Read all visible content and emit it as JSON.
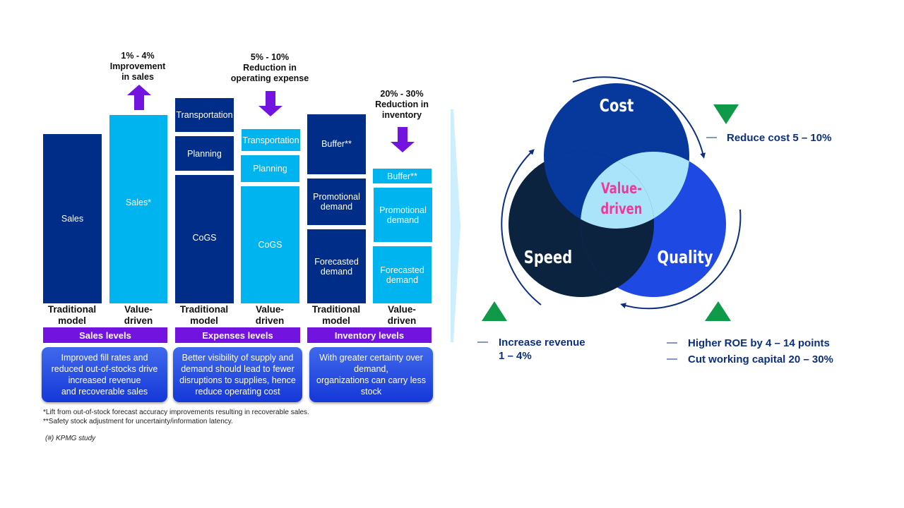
{
  "left_panel": {
    "callouts": [
      {
        "range": "1%  - 4%",
        "text": "Improvement in sales",
        "direction": "up"
      },
      {
        "range": "5%  - 10%",
        "text": "Reduction in operating expense",
        "direction": "down"
      },
      {
        "range": "20%  - 30%",
        "text": "Reduction in inventory",
        "direction": "down"
      }
    ],
    "sales": {
      "traditional": {
        "label": "Sales"
      },
      "value_driven": {
        "label": "Sales*"
      },
      "section_label": "Sales levels",
      "description": "Improved  fill rates and\nreduced out-of-stocks drive\nincreased revenue\nand recoverable  sales"
    },
    "expenses": {
      "traditional": [
        "Transportation",
        "Planning",
        "CoGS"
      ],
      "value_driven": [
        "Transportation",
        "Planning",
        "CoGS"
      ],
      "section_label": "Expenses levels",
      "description": "Better visibility of supply and\ndemand should lead to fewer\ndisruptions to supplies, hence\nreduce operating cost"
    },
    "inventory": {
      "traditional": [
        "Buffer**",
        "Promotional demand",
        "Forecasted demand"
      ],
      "value_driven": [
        "Buffer**",
        "Promotional demand",
        "Forecasted demand"
      ],
      "section_label": "Inventory levels",
      "description": "With greater certainty over\ndemand,\norganizations can carry less\nstock"
    },
    "column_labels": {
      "traditional": "Traditional\nmodel",
      "value_driven": "Value-\ndriven"
    },
    "footnotes": [
      "*Lift from out-of-stock forecast accuracy improvements resulting in recoverable sales.",
      "**Safety stock adjustment for uncertainty/information latency."
    ],
    "source": "(#) KPMG study"
  },
  "right_panel": {
    "circles": {
      "cost": "Cost",
      "speed": "Speed",
      "quality": "Quality",
      "center_line1": "Value-",
      "center_line2": "driven"
    },
    "kpis": {
      "cost": "Reduce cost 5 – 10%",
      "revenue_line1": "Increase revenue",
      "revenue_line2": "1 –  4%",
      "roe": "Higher ROE by 4 – 14 points",
      "working_capital": "Cut working capital 20 – 30%"
    },
    "dash": "—"
  },
  "colors": {
    "traditional": "#002d87",
    "value_driven": "#00b4f0",
    "arrow": "#7213e0",
    "section_bar": "#7213e0",
    "cost_circle": "#06399b",
    "speed_circle": "#0c2340",
    "quality_circle": "#1e49e2",
    "center": "#a9e4fb",
    "center_text": "#ee3a9a",
    "triangle": "#0e9a48",
    "kpi_text": "#0b2f7e"
  }
}
